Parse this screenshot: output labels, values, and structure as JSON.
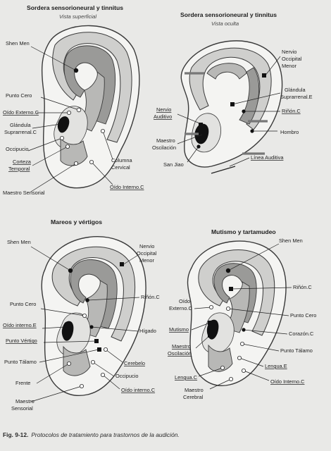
{
  "panels": {
    "p1": {
      "title": "Sordera sensorioneural y tinnitus",
      "subtitle": "Vista superficial",
      "labels": {
        "shen_men": "Shen Men",
        "punto_cero": "Punto Cero",
        "oido_externo": "Oído Externo.C",
        "glandula_1": "Glándula",
        "glandula_2": "Suprarrenal.C",
        "occipucio": "Occipucio",
        "corteza_1": "Corteza",
        "corteza_2": "Temporal",
        "maestro_sensorial": "Maestro Sensorial",
        "columna_1": "Columna",
        "columna_2": "Cervical",
        "oido_interno": "Oído Interno.C"
      }
    },
    "p2": {
      "title": "Sordera sensorioneural y tinnitus",
      "subtitle": "Vista oculta",
      "labels": {
        "nervio_occ_1": "Nervio",
        "nervio_occ_2": "Occipital",
        "nervio_occ_3": "Menor",
        "glandula_1": "Glándula",
        "glandula_2": "Suprarrenal.E",
        "rinon": "Riñón.C",
        "hombro": "Hombro",
        "nervio_aud_1": "Nervio",
        "nervio_aud_2": "Auditivo",
        "maestro_osc_1": "Maestro",
        "maestro_osc_2": "Oscilación",
        "san_jiao": "San Jiao",
        "linea_auditiva": "Línea Auditiva"
      }
    },
    "p3": {
      "title": "Mareos y vértigos",
      "labels": {
        "shen_men": "Shen Men",
        "nervio_occ_1": "Nervio",
        "nervio_occ_2": "Occipital",
        "nervio_occ_3": "Menor",
        "rinon": "Riñón.C",
        "punto_cero": "Punto Cero",
        "oido_interno_e": "Oído interno.E",
        "higado": "Hígado",
        "punto_vertigo": "Punto Vértigo",
        "punto_talamo": "Punto Tálamo",
        "cerebelo": "Cerebelo",
        "occipucio": "Occipucio",
        "frente": "Frente",
        "oido_interno_c": "Oído interno.C",
        "maestro_sens_1": "Maestro",
        "maestro_sens_2": "Sensorial"
      }
    },
    "p4": {
      "title": "Mutismo y tartamudeo",
      "labels": {
        "shen_men": "Shen Men",
        "rinon": "Riñón.C",
        "oido_ext_1": "Oído",
        "oido_ext_2": "Externo.C",
        "punto_cero": "Punto Cero",
        "mutismo": "Mutismo",
        "corazon": "Corazón.C",
        "maestro_osc_1": "Maestro",
        "maestro_osc_2": "Oscilación",
        "punto_talamo": "Punto Tálamo",
        "lengua_e": "Lengua.E",
        "lengua_c": "Lengua.C",
        "oido_interno": "Oído Interno.C",
        "maestro_cer_1": "Maestro",
        "maestro_cer_2": "Cerebral"
      }
    }
  },
  "caption": {
    "fig": "Fig. 9-12.",
    "text": "Protocolos de tratamiento para trastornos de la audición."
  }
}
